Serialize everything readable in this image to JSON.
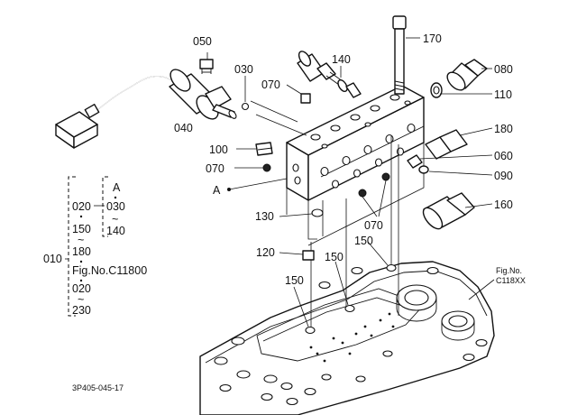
{
  "callouts": {
    "c050": "050",
    "c030": "030",
    "c140": "140",
    "c170": "170",
    "c080": "080",
    "c070a": "070",
    "c110": "110",
    "c040": "040",
    "c180": "180",
    "c100": "100",
    "c060": "060",
    "c070b": "070",
    "c090": "090",
    "cA": "A",
    "c130": "130",
    "c070c": "070",
    "c160": "160",
    "c120": "120",
    "c150a": "150",
    "c150b": "150",
    "c150c": "150"
  },
  "fig_ref": {
    "line1": "Fig.No.",
    "line2": "C118XX"
  },
  "tree": {
    "root": "010",
    "a_label": "A",
    "a_start": "030",
    "a_tilde": "~",
    "a_end": "140",
    "l1": "020",
    "l2": "150",
    "l2t": "~",
    "l3": "180",
    "l4": "Fig.No.C11800",
    "l5": "020",
    "l5t": "~",
    "l6": "230"
  },
  "drawing_code": "3P405-045-17"
}
